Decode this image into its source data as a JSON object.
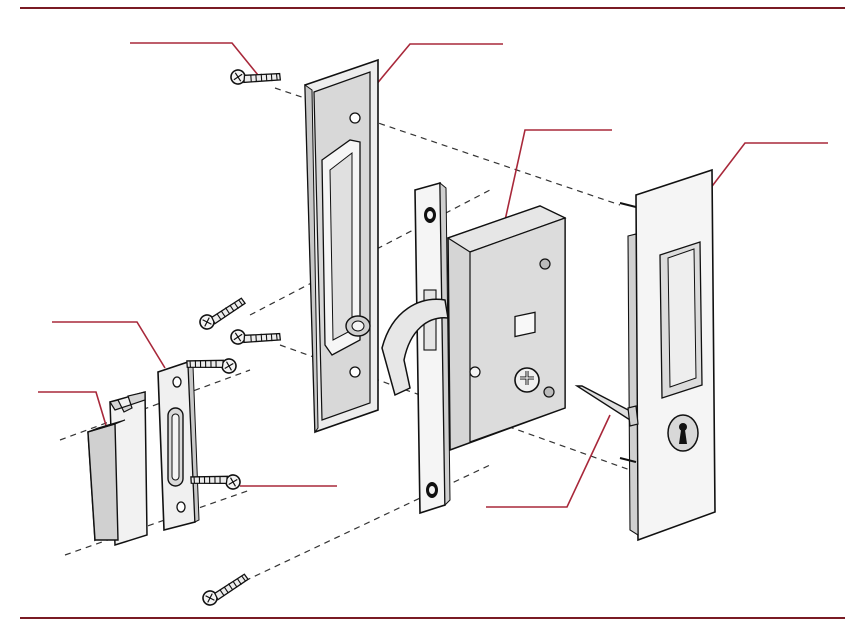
{
  "figure": {
    "description_visible_text": "",
    "callout_labels": [
      "",
      "",
      "",
      "",
      "",
      "",
      ""
    ]
  },
  "colors": {
    "frame_rule": "#7a1b24",
    "callout_line": "#a8283a",
    "outline": "#1a1a1a",
    "metal_light": "#f2f2f2",
    "metal_mid": "#d6d6d6",
    "metal_dark": "#9a9a9a",
    "dash": "#333333"
  },
  "parts": [
    {
      "id": "escutcheon-plate-left",
      "icon": "rectangular-flush-pull-plate"
    },
    {
      "id": "lock-body",
      "icon": "mortise-lock-case"
    },
    {
      "id": "hook-faceplate",
      "icon": "hook-bolt-faceplate"
    },
    {
      "id": "escutcheon-plate-right",
      "icon": "flush-pull-plate-with-key-cylinder"
    },
    {
      "id": "strike-plate",
      "icon": "strike-plate"
    },
    {
      "id": "strike-box",
      "icon": "strike-box-keeper"
    },
    {
      "id": "spindle",
      "icon": "tailpiece-spindle"
    },
    {
      "id": "screws",
      "icon": "wood-screw"
    }
  ]
}
